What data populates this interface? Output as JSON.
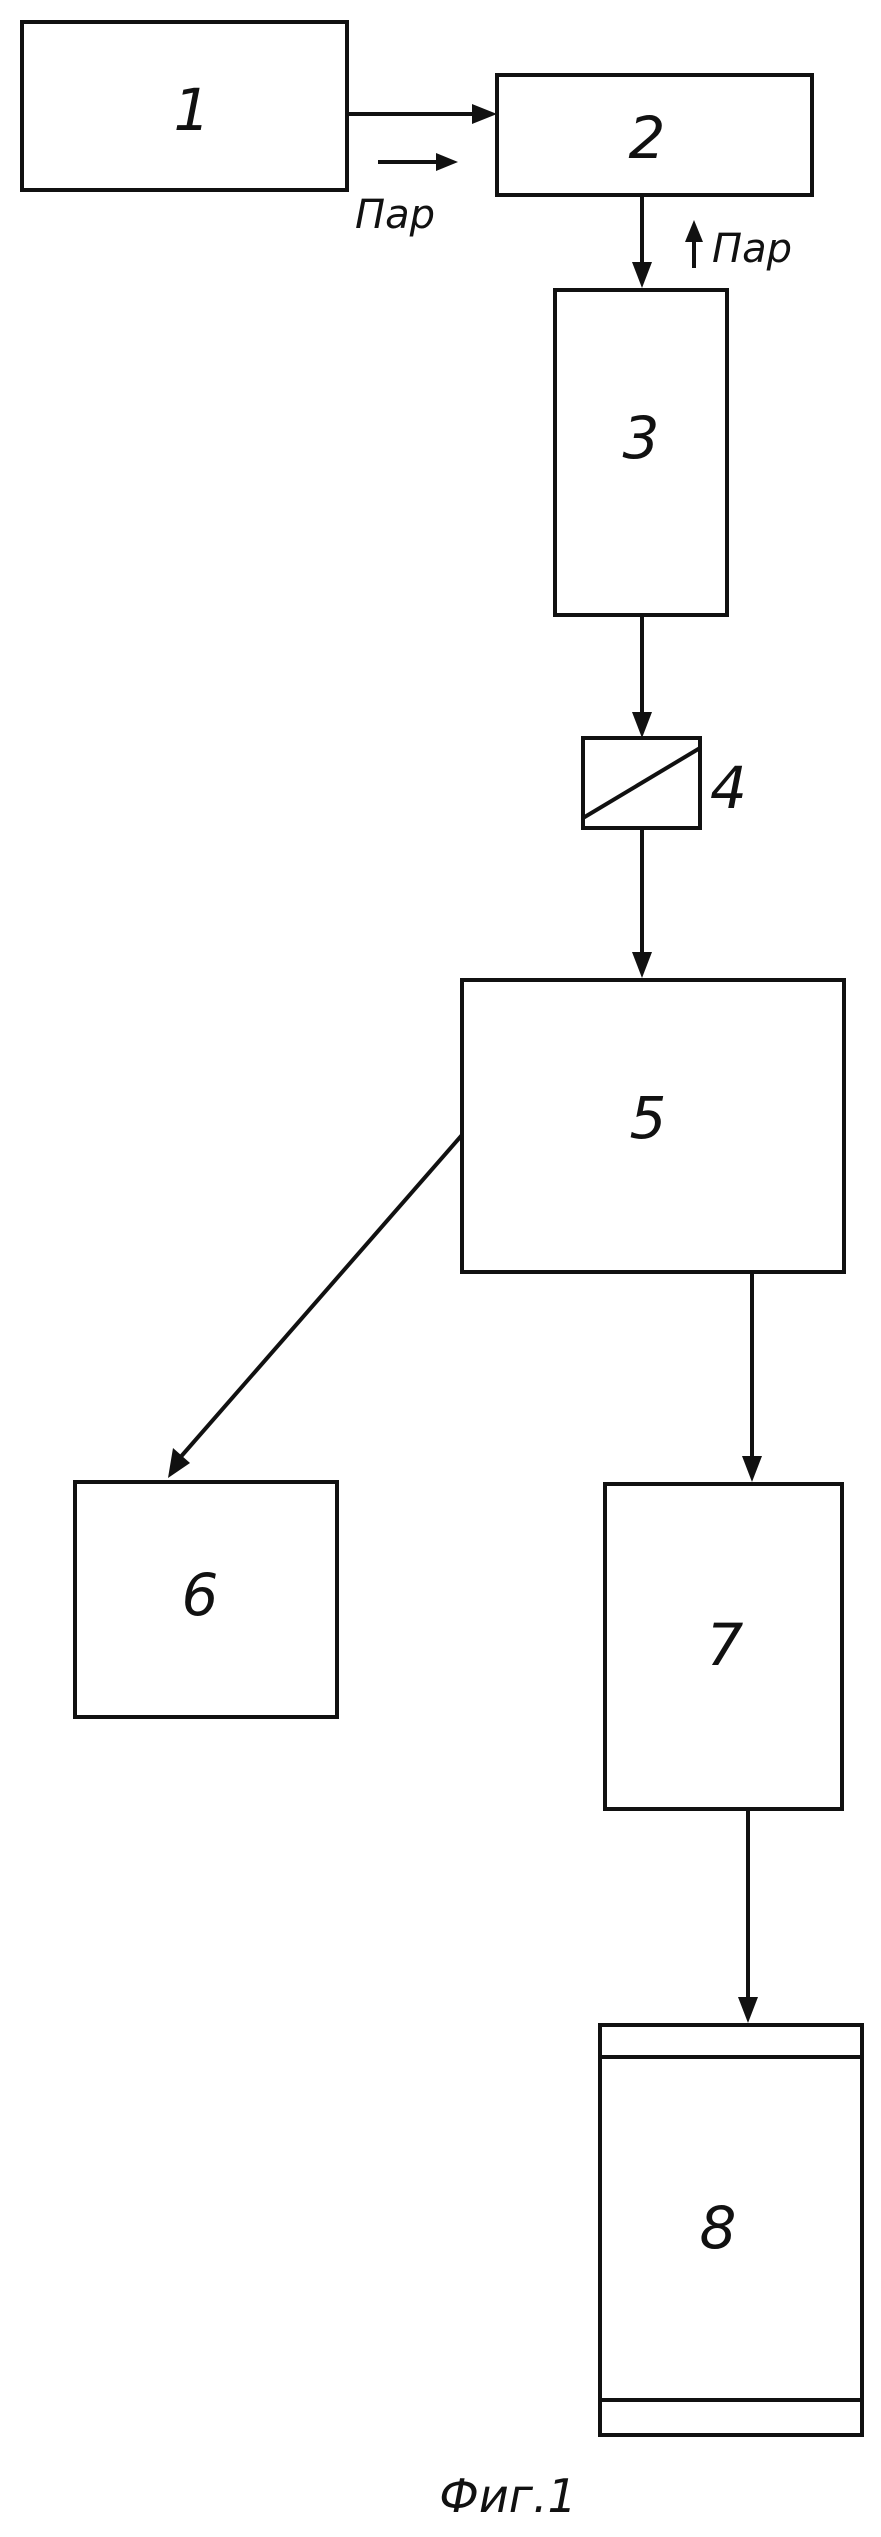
{
  "blocks": {
    "b1": "1",
    "b2": "2",
    "b3": "3",
    "b4": "4",
    "b5": "5",
    "b6": "6",
    "b7": "7",
    "b8": "8"
  },
  "labels": {
    "steam_in_1": "Пар",
    "steam_out_2": "Пар"
  },
  "caption": "Фиг.1"
}
